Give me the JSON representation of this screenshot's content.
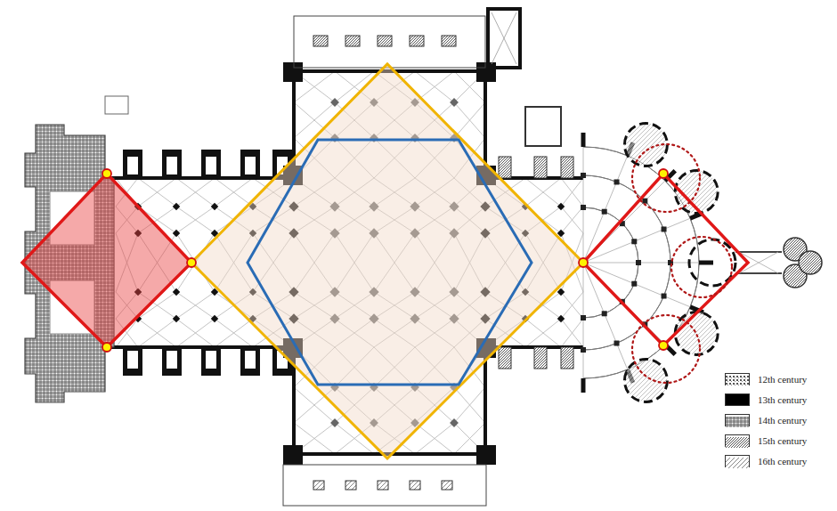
{
  "diagram": {
    "legend": [
      {
        "text": "12th century"
      },
      {
        "text": "13th century",
        "color": "#000000"
      },
      {
        "text": "14th century"
      },
      {
        "text": "15th century"
      },
      {
        "text": "16th century"
      }
    ]
  }
}
